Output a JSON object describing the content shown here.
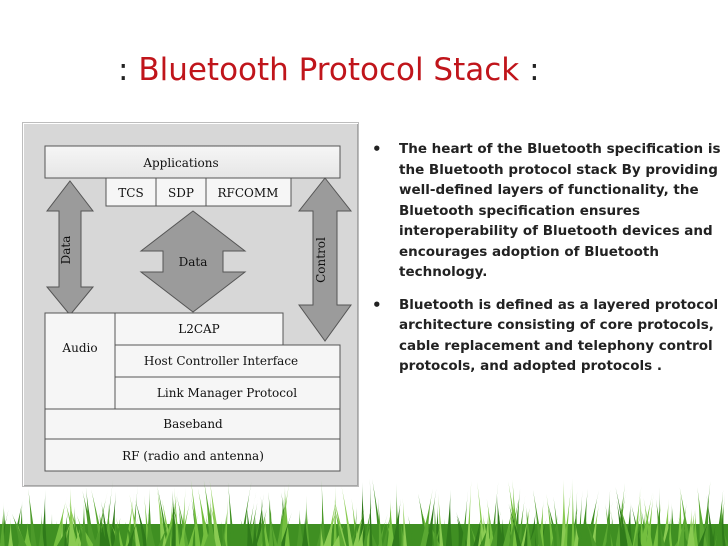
{
  "slide": {
    "title_prefix": ": ",
    "title_main": "Bluetooth Protocol Stack",
    "title_suffix": " :"
  },
  "diagram": {
    "applications": "Applications",
    "tcs": "TCS",
    "sdp": "SDP",
    "rfcomm": "RFCOMM",
    "data_left": "Data",
    "data_center": "Data",
    "control": "Control",
    "audio": "Audio",
    "l2cap": "L2CAP",
    "hci": "Host Controller Interface",
    "lmp": "Link Manager Protocol",
    "baseband": "Baseband",
    "rf": "RF (radio and antenna)"
  },
  "bullets": [
    "The heart of the Bluetooth specification is the Bluetooth protocol stack By providing well-defined layers of  functionality, the Bluetooth specification ensures interoperability of Bluetooth devices and encourages adoption of Bluetooth technology.",
    "Bluetooth is defined as a layered protocol architecture consisting of core protocols, cable replacement and telephony control protocols, and adopted protocols ."
  ],
  "colors": {
    "title_accent": "#c0151b",
    "grass": "#5aa832"
  }
}
